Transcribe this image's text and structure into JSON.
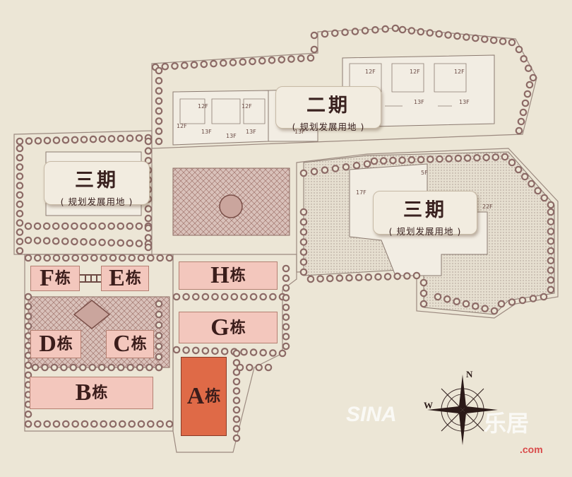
{
  "buildings": {
    "f": {
      "letter": "F",
      "suffix": "栋"
    },
    "e": {
      "letter": "E",
      "suffix": "栋"
    },
    "h": {
      "letter": "H",
      "suffix": "栋"
    },
    "g": {
      "letter": "G",
      "suffix": "栋"
    },
    "d": {
      "letter": "D",
      "suffix": "栋"
    },
    "c": {
      "letter": "C",
      "suffix": "栋"
    },
    "b": {
      "letter": "B",
      "suffix": "栋"
    },
    "a": {
      "letter": "A",
      "suffix": "栋"
    }
  },
  "phases": {
    "top": {
      "title": "二期",
      "subtitle": "( 规划发展用地 )"
    },
    "left": {
      "title": "三期",
      "subtitle": "( 规划发展用地 )"
    },
    "right": {
      "title": "三期",
      "subtitle": "( 规划发展用地 )"
    }
  },
  "floor_labels": [
    "12F",
    "12F",
    "12F",
    "13F",
    "13F",
    "13F",
    "13F",
    "12F",
    "12F",
    "12F",
    "13F",
    "13F",
    "17F",
    "22F",
    "5F"
  ],
  "compass": {
    "n": "N",
    "w": "W"
  },
  "watermark": {
    "logo": "SINA",
    "text": "乐居",
    "domain": ".com"
  },
  "colors": {
    "background": "#ece6d6",
    "building": "#f3c7bd",
    "highlight": "#df6a47",
    "tree": "#8c6a66"
  }
}
